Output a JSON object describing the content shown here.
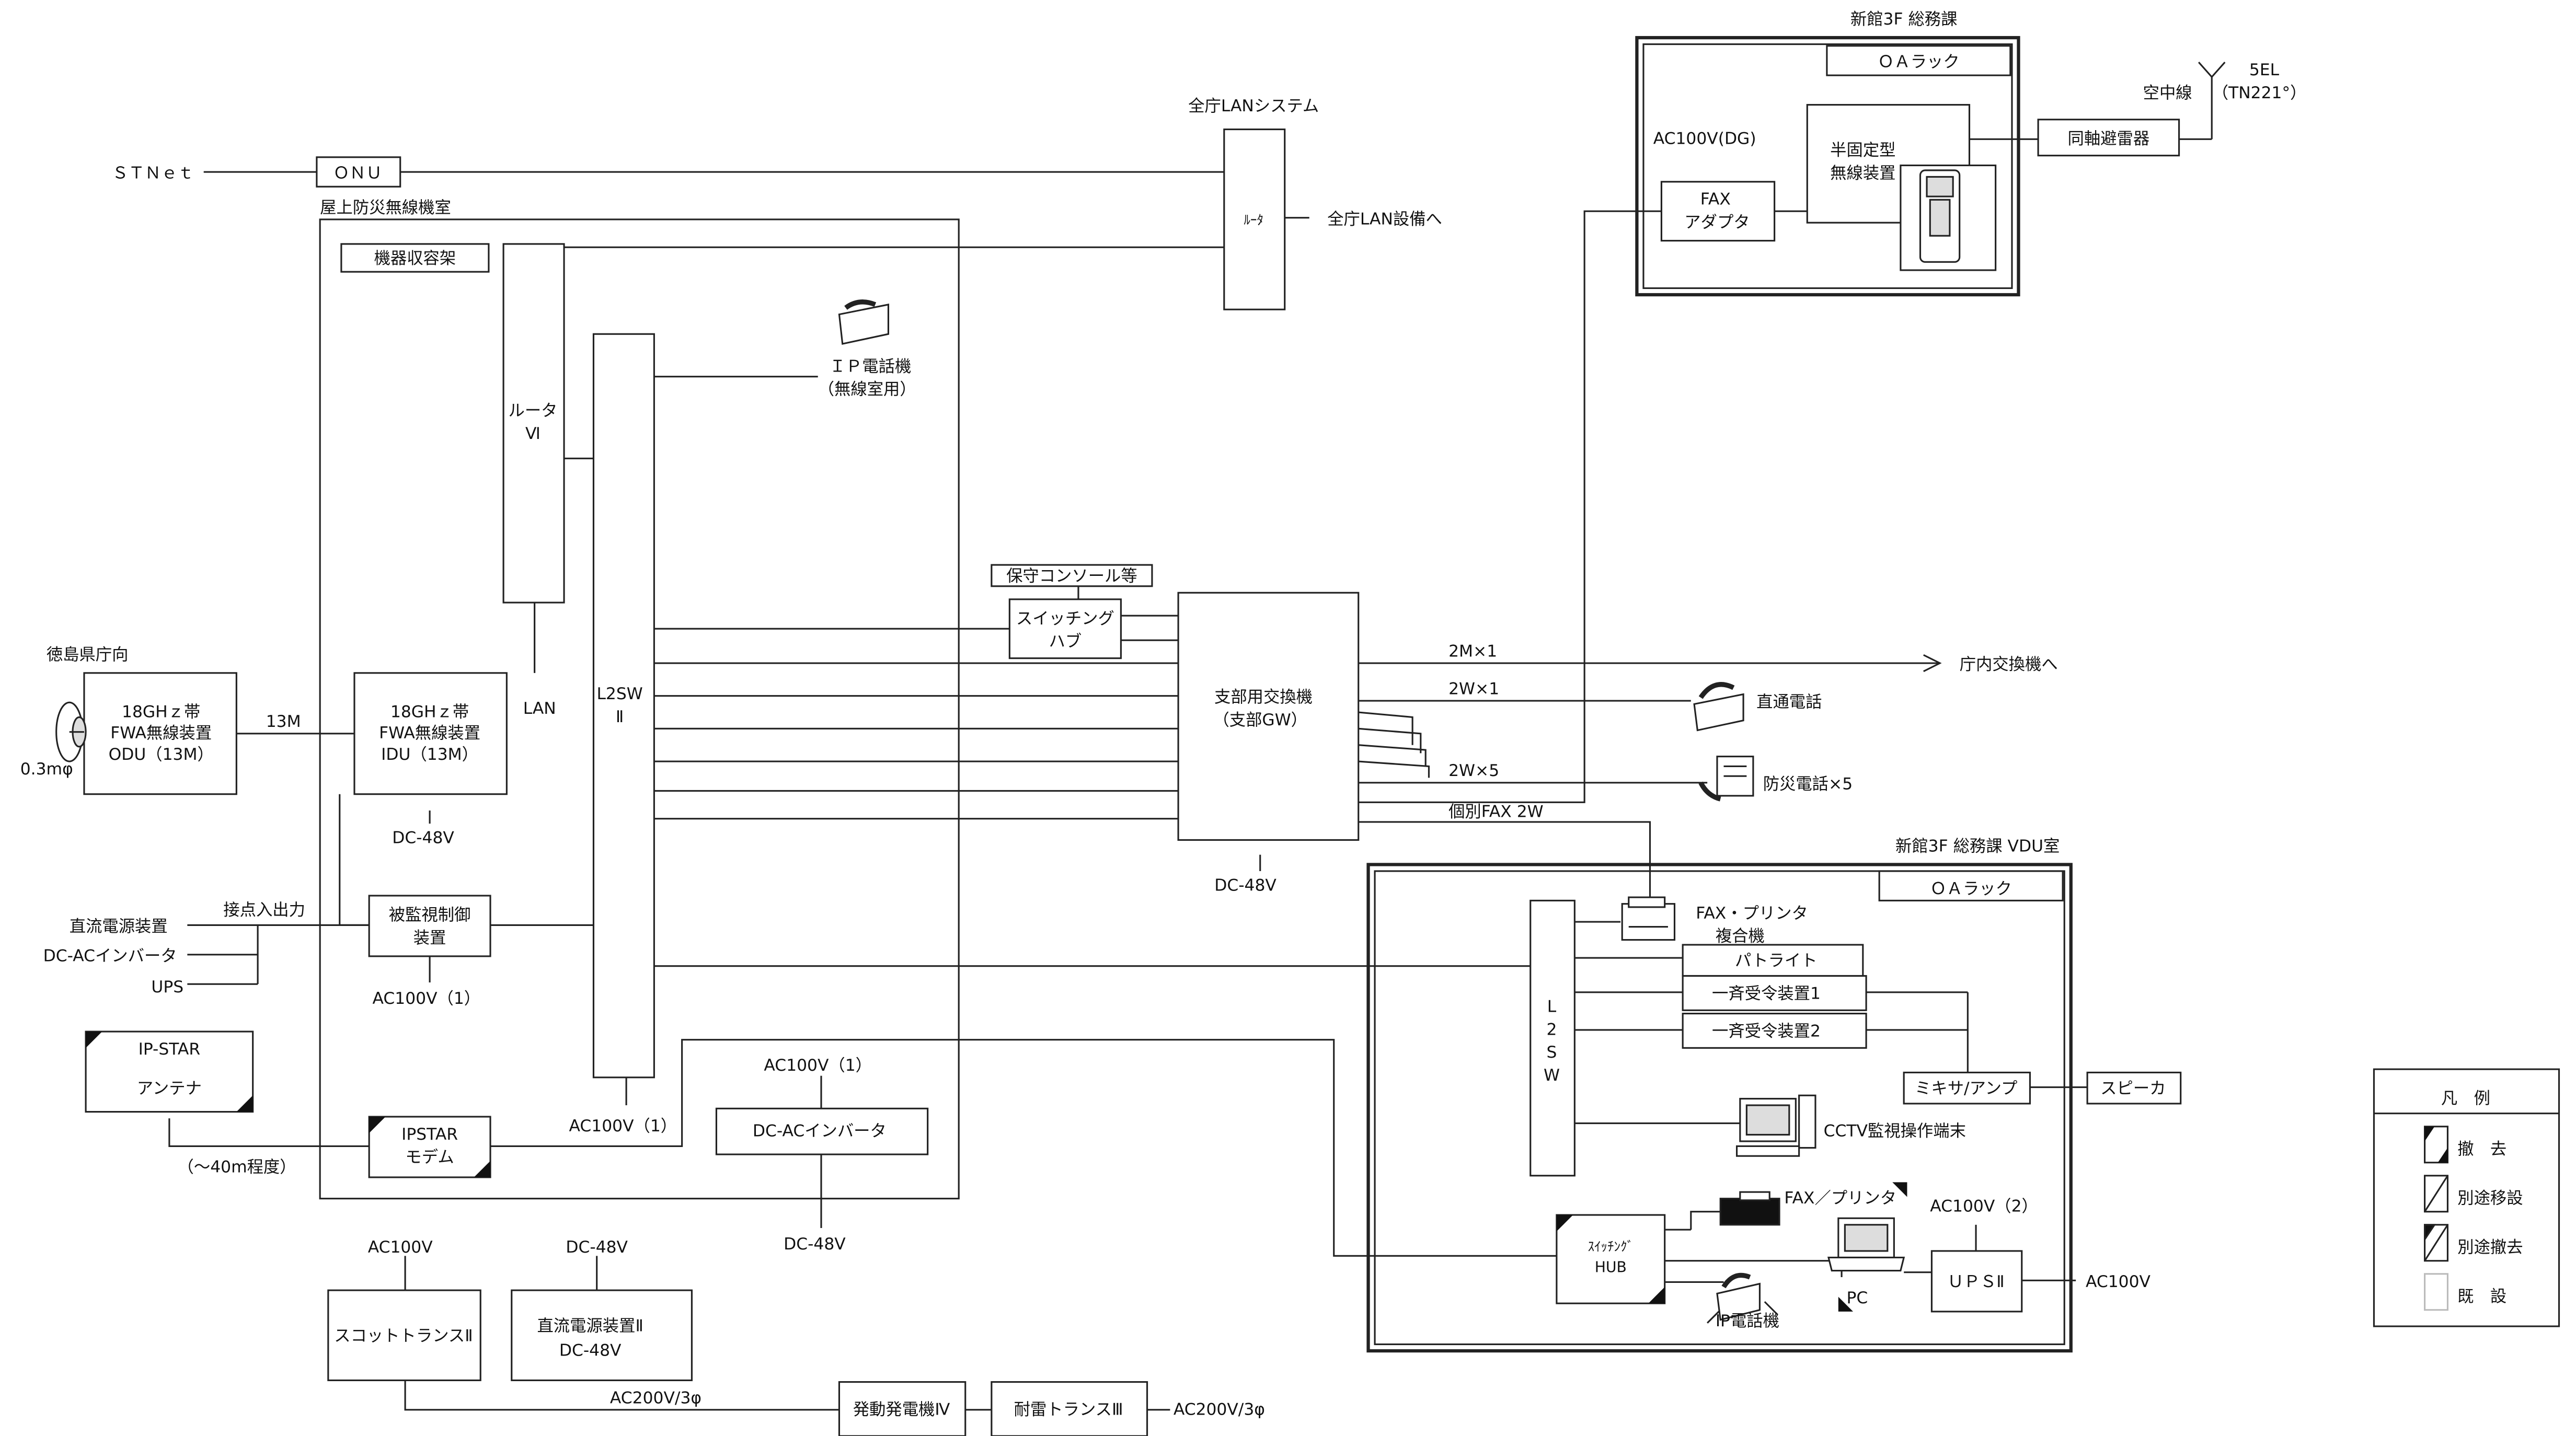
{
  "left": {
    "stnet": "ＳＴＮｅｔ",
    "onu": "ＯＮＵ",
    "tokushima": "徳島県庁向",
    "dish_size": "0.3mφ",
    "odu": [
      "18GHｚ帯",
      "FWA無線装置",
      "ODU（13M）"
    ],
    "link_13m": "13M",
    "dc_power": "直流電源装置",
    "dcac_inv": "DC-ACインバータ",
    "ups": "UPS",
    "contact_io": "接点入出力",
    "ipstar_antenna": [
      "IP-STAR",
      "アンテナ"
    ],
    "distance": "（～40m程度）"
  },
  "roof_room": {
    "title": "屋上防災無線機室",
    "rack": "機器収容架",
    "router": [
      "ルータ",
      "Ⅵ"
    ],
    "l2sw": [
      "L2SW",
      "Ⅱ"
    ],
    "lan": "LAN",
    "idu": [
      "18GHｚ帯",
      "FWA無線装置",
      "IDU（13M）"
    ],
    "dc48_idu": "DC-48V",
    "monitor": [
      "被監視制御",
      "装置"
    ],
    "ac100_mon": "AC100V（1）",
    "ip_phone": [
      "ＩＰ電話機",
      "（無線室用）"
    ],
    "ipstar_modem": [
      "IPSTAR",
      "モデム"
    ],
    "ac100_l2": "AC100V（1）",
    "ac100_inv": "AC100V（1）",
    "inverter": "DC-ACインバータ",
    "dc48_inv": "DC-48V"
  },
  "lan_system": {
    "title": "全庁LANシステム",
    "router": "ﾙｰﾀ",
    "to_lan": "全庁LAN設備へ"
  },
  "center": {
    "maint": "保守コンソール等",
    "hub": [
      "スイッチング",
      "ハブ"
    ],
    "exchange": [
      "支部用交換機",
      "（支部GW）"
    ],
    "dc48": "DC-48V",
    "l2m": "2M×1",
    "l2w1": "2W×1",
    "l2w5": "2W×5",
    "lfax": "個別FAX 2W",
    "to_exchange": "庁内交換機へ",
    "direct_phone": "直通電話",
    "disaster_phone": "防災電話×5"
  },
  "oa3f": {
    "title": "新館3F 総務課",
    "rack": "ＯＡラック",
    "ac100dg": "AC100V(DG)",
    "semi_fixed": [
      "半固定型",
      "無線装置"
    ],
    "fax_adapter": [
      "FAX",
      "アダプタ"
    ],
    "arrester": "同軸避雷器",
    "aerial": "空中線",
    "antenna": [
      "5EL",
      "（TN221°）"
    ]
  },
  "vdu": {
    "title": "新館3F 総務課 VDU室",
    "rack": "ＯＡラック",
    "l2sw": [
      "L",
      "2",
      "S",
      "W"
    ],
    "fax_printer": [
      "FAX・プリンタ",
      "複合機"
    ],
    "patlite": "パトライト",
    "recv1": "一斉受令装置1",
    "recv2": "一斉受令装置2",
    "mixer": "ミキサ/アンプ",
    "speaker": "スピーカ",
    "cctv": "CCTV監視操作端末",
    "hub": [
      "ｽｲｯﾁﾝｸﾞ",
      "HUB"
    ],
    "fax_printer2": "FAX／プリンタ",
    "ac100_2": "AC100V（2）",
    "ups2": "ＵＰＳⅡ",
    "ac100": "AC100V",
    "ip_phone": "IP電話機",
    "pc": "PC"
  },
  "power": {
    "ac100": "AC100V",
    "scott": "スコットトランスⅡ",
    "dc48": "DC-48V",
    "dc_power2": [
      "直流電源装置Ⅱ",
      "DC-48V"
    ],
    "ac200_a": "AC200V/3φ",
    "generator": "発動発電機Ⅳ",
    "lightning": "耐雷トランスⅢ",
    "ac200_b": "AC200V/3φ"
  },
  "legend": {
    "title": "凡　例",
    "items": [
      "撤　去",
      "別途移設",
      "別途撤去",
      "既　設"
    ]
  }
}
